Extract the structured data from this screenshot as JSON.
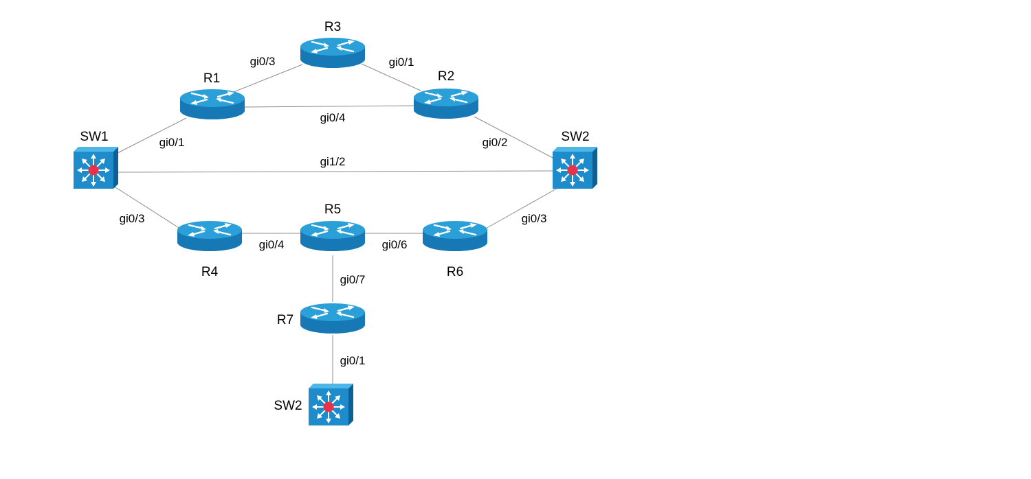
{
  "colors": {
    "background": "#ffffff",
    "device_top": "#2b9fd8",
    "device_side": "#1679b5",
    "device_dark": "#0d5f94",
    "switch_hub": "#e8324a",
    "link": "#8c8c8c",
    "arrow": "#ffffff"
  },
  "devices": {
    "r1": {
      "type": "router",
      "icon": "router-icon",
      "label": "R1"
    },
    "r2": {
      "type": "router",
      "icon": "router-icon",
      "label": "R2"
    },
    "r3": {
      "type": "router",
      "icon": "router-icon",
      "label": "R3"
    },
    "r4": {
      "type": "router",
      "icon": "router-icon",
      "label": "R4"
    },
    "r5": {
      "type": "router",
      "icon": "router-icon",
      "label": "R5"
    },
    "r6": {
      "type": "router",
      "icon": "router-icon",
      "label": "R6"
    },
    "r7": {
      "type": "router",
      "icon": "router-icon",
      "label": "R7"
    },
    "sw1": {
      "type": "switch",
      "icon": "multilayer-switch-icon",
      "label": "SW1"
    },
    "sw2": {
      "type": "switch",
      "icon": "multilayer-switch-icon",
      "label": "SW2"
    },
    "sw2_bottom": {
      "type": "switch",
      "icon": "multilayer-switch-icon",
      "label": "SW2"
    }
  },
  "links": [
    {
      "id": "r1-r3",
      "from": "R1",
      "to": "R3",
      "interface": "gi0/3"
    },
    {
      "id": "r3-r2",
      "from": "R3",
      "to": "R2",
      "interface": "gi0/1"
    },
    {
      "id": "r1-r2",
      "from": "R1",
      "to": "R2",
      "interface": "gi0/4"
    },
    {
      "id": "sw1-r1",
      "from": "SW1",
      "to": "R1",
      "interface": "gi0/1"
    },
    {
      "id": "r2-sw2",
      "from": "R2",
      "to": "SW2",
      "interface": "gi0/2"
    },
    {
      "id": "sw1-sw2",
      "from": "SW1",
      "to": "SW2",
      "interface": "gi1/2"
    },
    {
      "id": "sw1-r4",
      "from": "SW1",
      "to": "R4",
      "interface": "gi0/3"
    },
    {
      "id": "r4-r5",
      "from": "R4",
      "to": "R5",
      "interface": "gi0/4"
    },
    {
      "id": "r5-r6",
      "from": "R5",
      "to": "R6",
      "interface": "gi0/6"
    },
    {
      "id": "r6-sw2",
      "from": "R6",
      "to": "SW2",
      "interface": "gi0/3"
    },
    {
      "id": "r5-r7",
      "from": "R5",
      "to": "R7",
      "interface": "gi0/7"
    },
    {
      "id": "r7-sw2b",
      "from": "R7",
      "to": "SW2",
      "interface": "gi0/1"
    }
  ]
}
